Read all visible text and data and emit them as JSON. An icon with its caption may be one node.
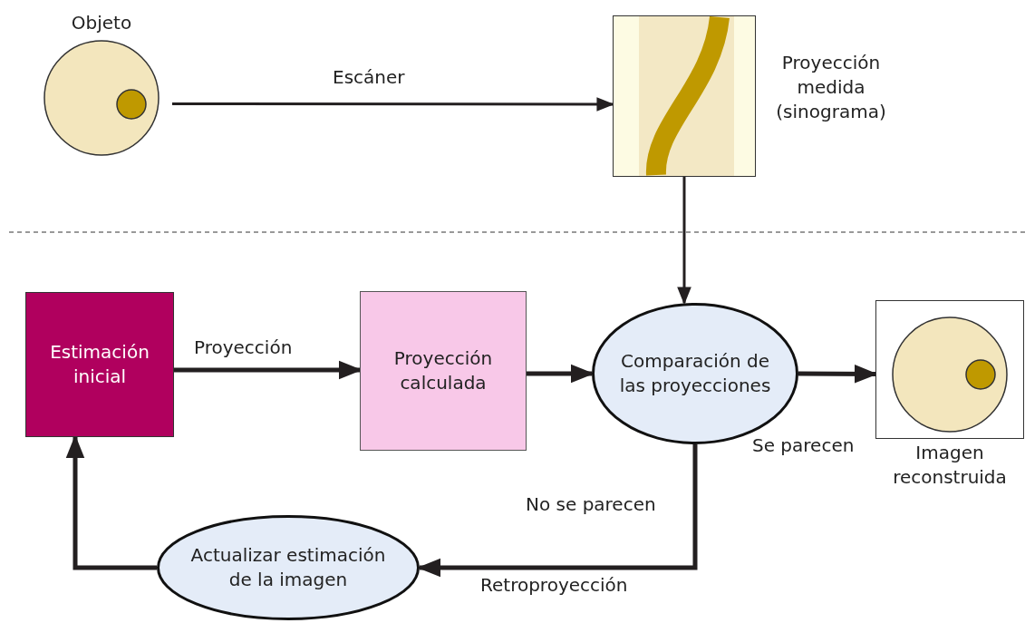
{
  "diagram": {
    "nodes": [
      {
        "text": [
          "Objeto"
        ]
      },
      {
        "text": [],
        "shape": "picture",
        "beside": [
          "Proyección medida (sinograma)"
        ]
      },
      {
        "text": [
          "Estimación inicial"
        ]
      },
      {
        "text": [
          "Proyección calculada"
        ]
      },
      {
        "text": [
          "Comparación de las proyecciones"
        ]
      },
      {
        "text": [],
        "shape": "picture",
        "beside": [
          "Imagen reconstruida"
        ]
      },
      {
        "text": [
          "Actualizar estimación de la imagen"
        ]
      }
    ],
    "edges": [
      {
        "from": 0,
        "to": 1,
        "arrow": "to",
        "label": "Escáner"
      },
      {
        "from": 1,
        "to": 4,
        "arrow": "to"
      },
      {
        "from": 2,
        "to": 3,
        "arrow": "to",
        "label": "Proyección"
      },
      {
        "from": 3,
        "to": 4,
        "arrow": "to"
      },
      {
        "from": 4,
        "to": 5,
        "arrow": "to",
        "label": "Se parecen"
      },
      {
        "from": 4,
        "to": 6,
        "arrow": "to",
        "label": "No se parecen"
      },
      {
        "from": 6,
        "to": 2,
        "arrow": "to"
      }
    ],
    "labels": [
      "Retroproyección"
    ]
  }
}
